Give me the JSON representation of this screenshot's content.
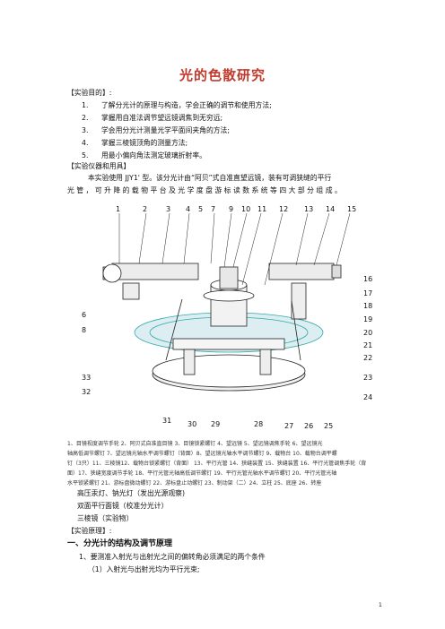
{
  "title": "光的色散研究",
  "sections": {
    "purpose_heading": "【实验目的】:",
    "purpose_items": [
      {
        "num": "1.",
        "text": "了解分光计的原理与构造，学会正确的调节和使用方法;"
      },
      {
        "num": "2.",
        "text": "掌握用自准法调节望远镜调焦到无穷远;"
      },
      {
        "num": "3.",
        "text": "学会用分光计测量光学平面间夹角的方法;"
      },
      {
        "num": "4.",
        "text": "掌握三棱镜顶角的测量方法;"
      },
      {
        "num": "5.",
        "text": "用最小偏向角法测定玻璃折射率。"
      }
    ],
    "apparatus_heading": "【实验仪器和用具】",
    "apparatus_intro_1": "本实验使用  JJY1' 型。该分光计由“阿贝”式自准直望远镜，装有可调狭缝的平行",
    "apparatus_intro_2": "光 管 ， 可 升 降 的 载 物 平 台 及 光 学 度 盘 游 标 读 数 系 统 等 四 大 部 分 组 成 。"
  },
  "diagram": {
    "top_labels": [
      "1",
      "2",
      "3",
      "4",
      "5",
      "7",
      "9",
      "10",
      "11",
      "12",
      "13",
      "14",
      "15"
    ],
    "right_labels": [
      "16",
      "17",
      "18",
      "19",
      "20",
      "21",
      "22",
      "23",
      "24"
    ],
    "left_labels": [
      "6",
      "8",
      "33",
      "32"
    ],
    "bottom_labels": [
      "31",
      "30",
      "29",
      "28",
      "27",
      "26",
      "25"
    ]
  },
  "caption_lines": [
    "1、目镜视度调节手轮   2、阿贝式自准直目镜 3、目镜锁紧螺钉 4、望远镜 5、望远镜调焦手轮 6、望远镜光",
    "轴高低调节螺钉   7、望远镜光轴水平调节螺钉（背面）8、望远镜光轴水平调节螺钉 9、载物台   10、载物台调平螺",
    "钉（3只）11、三棱镜12、载物台锁紧螺钉（背面）   13、平行光管   14、狭缝装置 15、狭缝装置 16、平行光管调焦手轮（背",
    "面）17、狭缝宽度调节手轮   18、平行光管光轴高低调节螺钉 19、平行光管光轴水平调节螺钉 20、平行光管光轴",
    "水平锁紧螺钉 21、游标盘微动螺钉 22、游标盘止动螺钉 23、制动架（二）24、立柱 25、底座 26、转座"
  ],
  "after_lines": [
    "高压汞灯、钠光灯（发出光源观察)",
    "双面平行面镜（校准分光计）",
    "三棱镜（实验物）"
  ],
  "principle_heading": "【实验原理】:",
  "section_one": "一、分光计的结构及调节原理",
  "item_1": "1、要测准入射光与出射光之间的偏转角必须满足的两个条件",
  "item_1_1": "（1）入射光与出射光均为平行光束;",
  "page_number": "1"
}
